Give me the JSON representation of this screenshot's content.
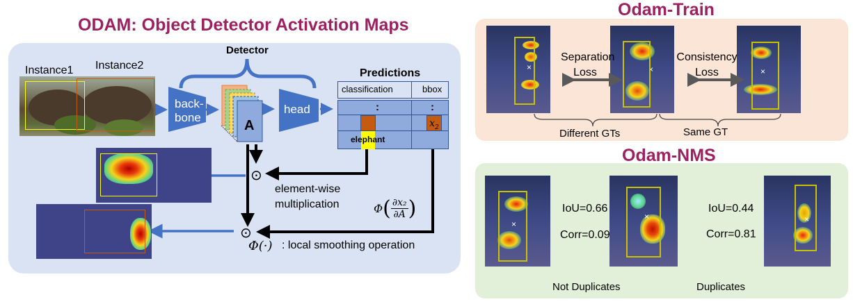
{
  "main": {
    "title": "ODAM: Object Detector Activation Maps",
    "detector_label": "Detector",
    "instance1_label": "Instance1",
    "instance2_label": "Instance2",
    "backbone_label_1": "back-",
    "backbone_label_2": "bone",
    "feature_map_label": "A",
    "head_label": "head",
    "predictions": {
      "title": "Predictions",
      "col_classification": "classification",
      "col_bbox": "bbox",
      "ellipsis": ":",
      "class_label": "elephant",
      "bbox_value": "x",
      "bbox_subscript": "2"
    },
    "elementwise_label_1": "element-wise",
    "elementwise_label_2": "multiplication",
    "odot_symbol": "⊙",
    "phi_grad_formula": {
      "phi": "Φ",
      "numerator": "∂x₂",
      "denominator": "∂A"
    },
    "smoothing_symbol": "Φ(·)",
    "smoothing_label": ": local smoothing operation"
  },
  "train": {
    "title": "Odam-Train",
    "separation_1": "Separation",
    "separation_2": "Loss",
    "consistency_1": "Consistency",
    "consistency_2": "Loss",
    "brace_left": "Different GTs",
    "brace_right": "Same GT"
  },
  "nms": {
    "title": "Odam-NMS",
    "pair1_iou": "IoU=0.66",
    "pair1_corr": "Corr=0.09",
    "pair2_iou": "IoU=0.44",
    "pair2_corr": "Corr=0.81",
    "brace_left": "Not Duplicates",
    "brace_right": "Duplicates"
  },
  "colors": {
    "title": "#9B2160",
    "accent_blue": "#4472C4",
    "left_panel": "#DAE3F3",
    "train_panel": "#FBE5D6",
    "nms_panel": "#E2F0D9",
    "instance1_box": "#FFFF00",
    "instance2_box": "#C55A11",
    "bbox_yellow": "#C9C200"
  }
}
